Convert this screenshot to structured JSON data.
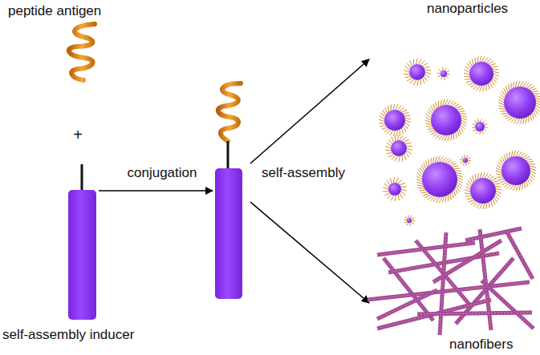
{
  "diagram": {
    "labels": [
      "peptide antigen",
      "+",
      "conjugation",
      "self-assembly",
      "nanoparticles",
      "self-assembly inducer",
      "nanofibers"
    ]
  }
}
